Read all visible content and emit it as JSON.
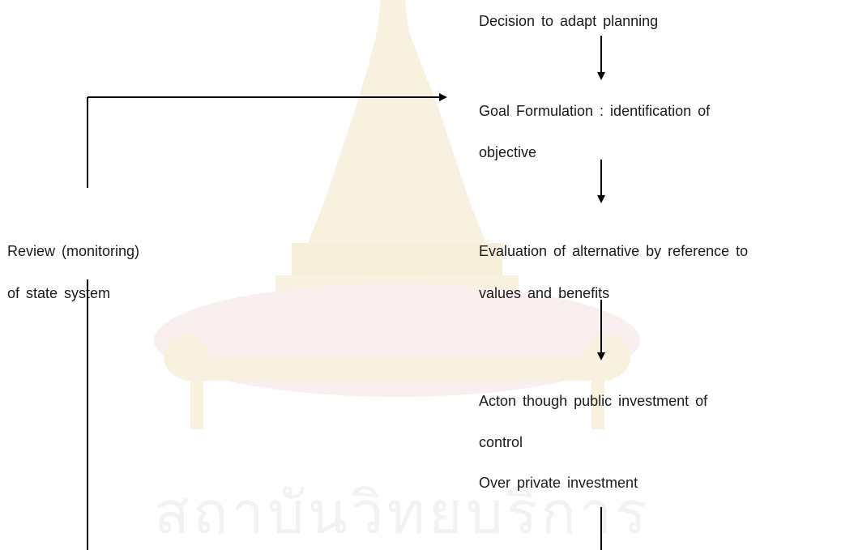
{
  "flow": {
    "step1": "Decision  to  adapt  planning",
    "step2_line1": "Goal  Formulation  :  identification  of",
    "step2_line2": "objective",
    "step3_line1": "Evaluation  of  alternative  by  reference  to",
    "step3_line2": "values and  benefits",
    "step4_line1": "Acton  though  public    investment  of",
    "step4_line2": "control",
    "step4_line3": "Over private  investment"
  },
  "feedback": {
    "line1": "Review  (monitoring)",
    "line2": "of  state  system"
  },
  "watermark": {
    "text": "สถาบันวิทยบริการ",
    "color_gold": "#f3e6c6",
    "color_red": "#f5dede"
  }
}
